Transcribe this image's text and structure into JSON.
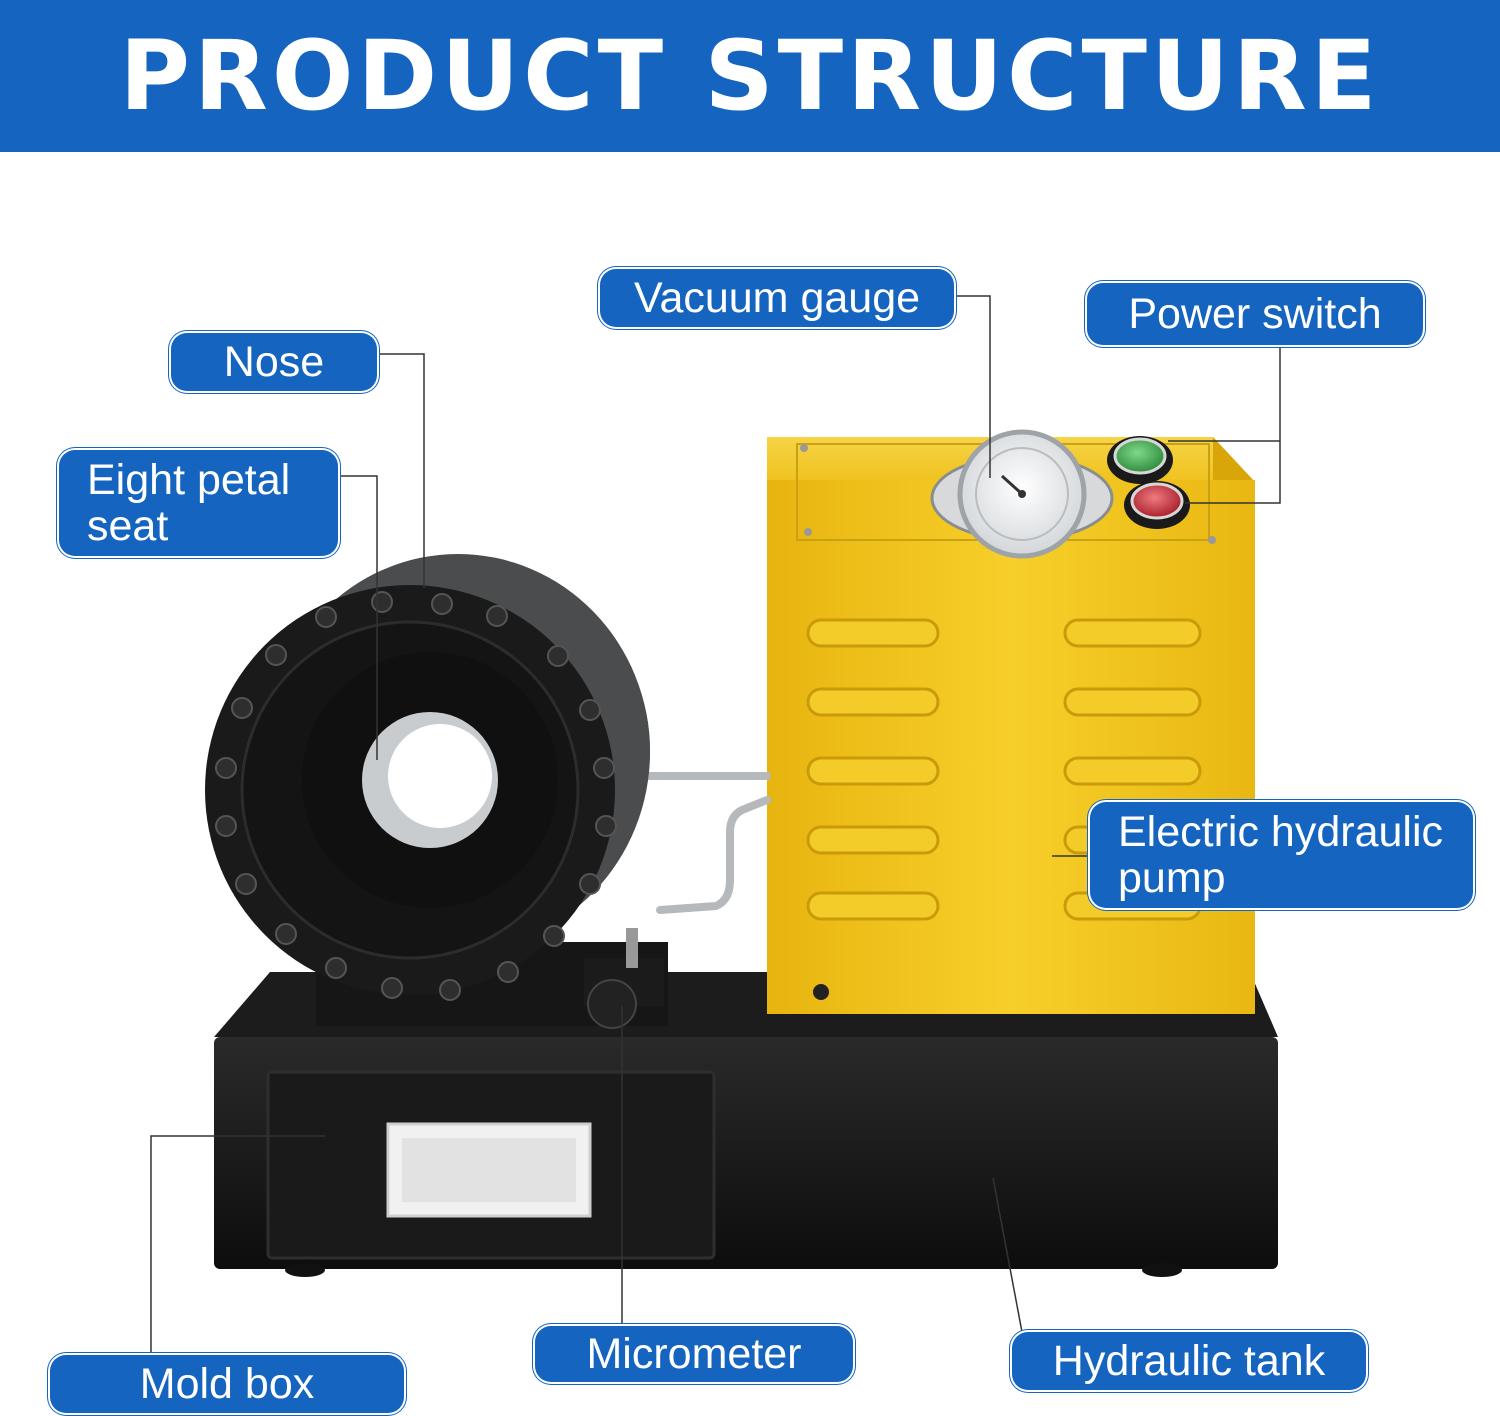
{
  "header": {
    "title": "PRODUCT STRUCTURE"
  },
  "labels": {
    "nose": "Nose",
    "eight_petal_seat_line1": "Eight petal",
    "eight_petal_seat_line2": "seat",
    "vacuum_gauge": "Vacuum gauge",
    "power_switch": "Power switch",
    "electric_pump_line1": "Electric hydraulic",
    "electric_pump_line2": "pump",
    "mold_box": "Mold box",
    "micrometer": "Micrometer",
    "hydraulic_tank": "Hydraulic tank"
  },
  "colors": {
    "brand_blue": "#1565c0",
    "pump_yellow": "#f2c21b",
    "machine_black": "#141414",
    "green_button": "#3aa84a",
    "red_button": "#c8303a"
  }
}
